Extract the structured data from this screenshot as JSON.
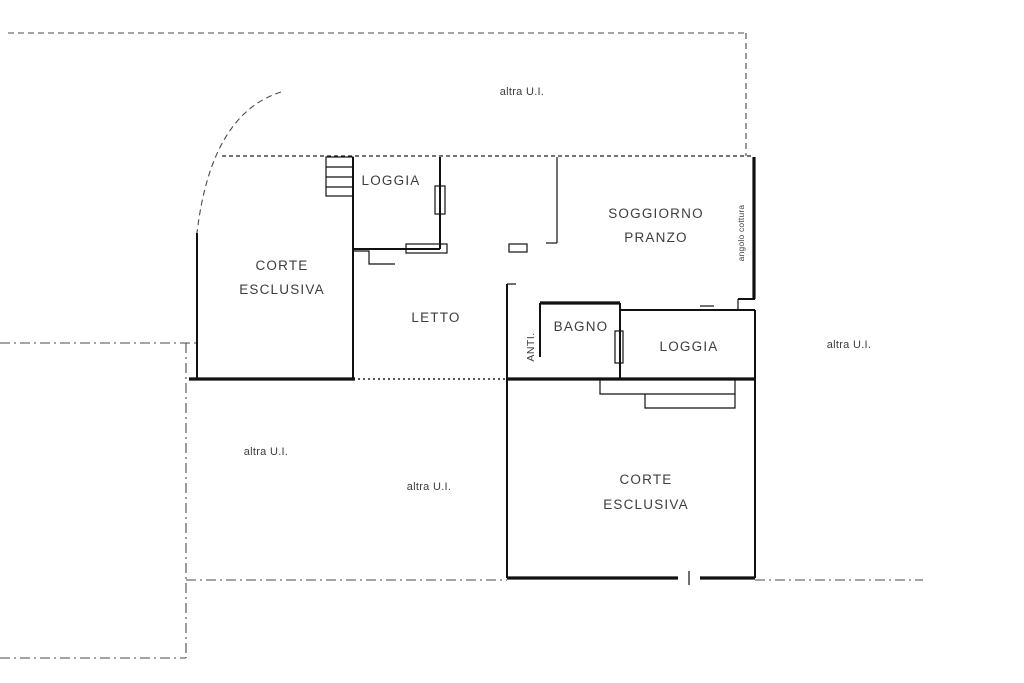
{
  "page": {
    "background": "#ffffff",
    "wall_color": "#111111",
    "boundary_color": "#4a4a4a",
    "label_color": "#3d3d3d"
  },
  "plan": {
    "outside_labels": {
      "top": "altra U.I.",
      "right": "altra U.I.",
      "bottom_left": "altra U.I.",
      "bottom_middle": "altra U.I."
    },
    "rooms": {
      "corte_esclusiva_left": {
        "line1": "CORTE",
        "line2": "ESCLUSIVA"
      },
      "loggia_top": {
        "label": "LOGGIA"
      },
      "soggiorno_pranzo": {
        "line1": "SOGGIORNO",
        "line2": "PRANZO"
      },
      "angolo_cottura": {
        "label": "angolo cottura"
      },
      "letto": {
        "label": "LETTO"
      },
      "anti": {
        "label": "ANTI."
      },
      "bagno": {
        "label": "BAGNO"
      },
      "loggia_right": {
        "label": "LOGGIA"
      },
      "corte_esclusiva_bottom": {
        "line1": "CORTE",
        "line2": "ESCLUSIVA"
      }
    }
  }
}
